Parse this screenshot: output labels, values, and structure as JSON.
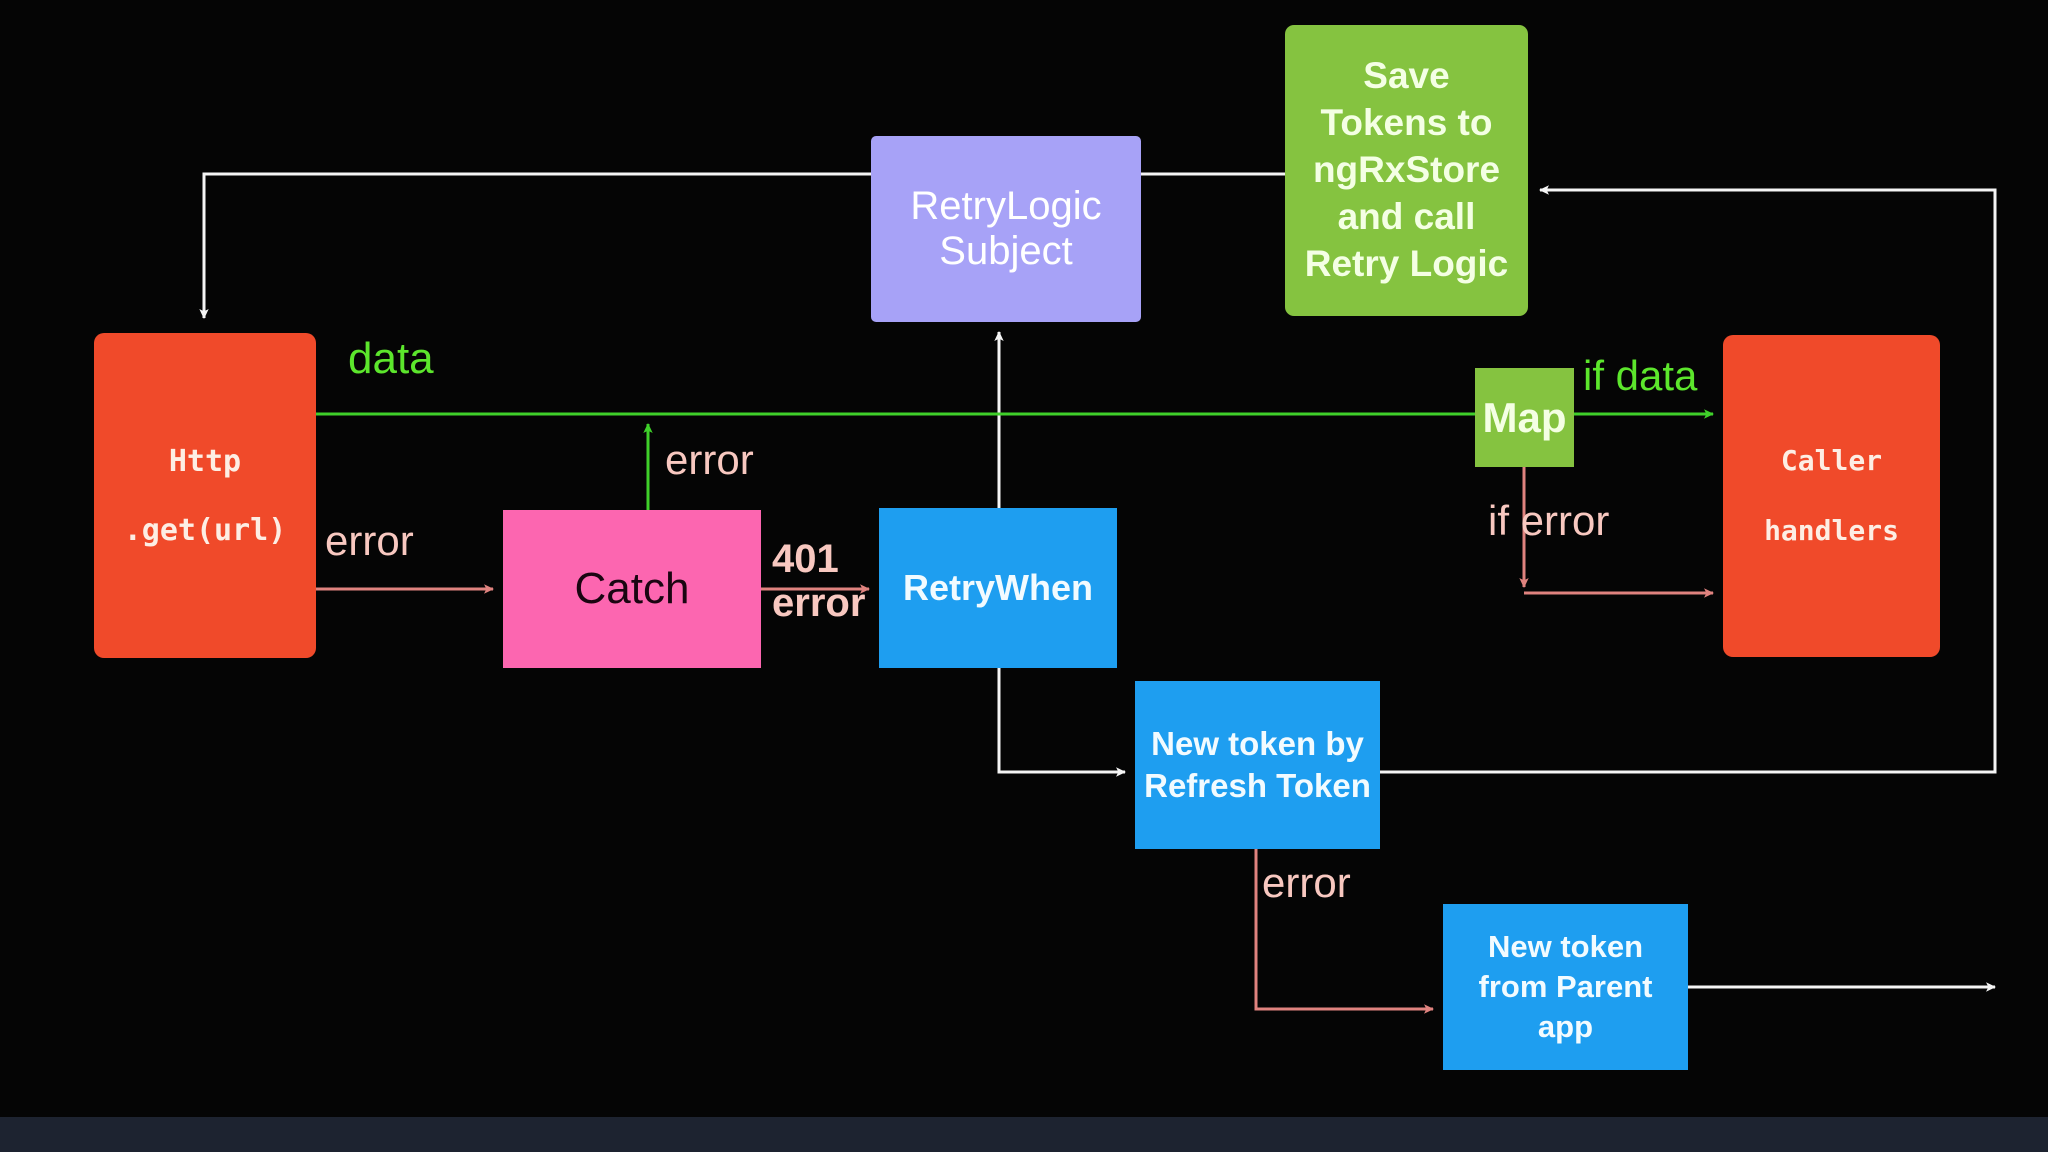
{
  "diagram": {
    "title": "RxJS HTTP retry with token refresh flow",
    "background_color": "#050505",
    "nodes": [
      {
        "id": "http",
        "label": "Http\n.get(url)",
        "color": "#f04a2a",
        "text_color": "#fdeee4",
        "shape": "rounded-rect"
      },
      {
        "id": "catch",
        "label": "Catch",
        "color": "#fc66b0",
        "text_color": "#1a0511",
        "shape": "rect"
      },
      {
        "id": "retrywhen",
        "label": "RetryWhen",
        "color": "#1e9ef0",
        "text_color": "#f2fbff",
        "shape": "rect"
      },
      {
        "id": "retrylogic",
        "label": "RetryLogic\nSubject",
        "color": "#a7a2f7",
        "text_color": "#ffffff",
        "shape": "rect"
      },
      {
        "id": "savetokens",
        "label": "Save\nTokens to\nngRxStore\nand call\nRetry Logic",
        "color": "#85c340",
        "text_color": "#f4ffe4",
        "shape": "rounded-rect"
      },
      {
        "id": "map",
        "label": "Map",
        "color": "#85c340",
        "text_color": "#f4ffe4",
        "shape": "rect"
      },
      {
        "id": "caller",
        "label": "Caller\nhandlers",
        "color": "#f04a2a",
        "text_color": "#fdeee4",
        "shape": "rounded-rect"
      },
      {
        "id": "refresh",
        "label": "New token by\nRefresh Token",
        "color": "#1e9ef0",
        "text_color": "#f2fbff",
        "shape": "rect"
      },
      {
        "id": "parent",
        "label": "New token\nfrom Parent\napp",
        "color": "#1e9ef0",
        "text_color": "#f2fbff",
        "shape": "rect"
      }
    ],
    "edge_labels": [
      {
        "id": "data",
        "text": "data",
        "color": "#5ce62c",
        "from": "http",
        "to": "map"
      },
      {
        "id": "error1",
        "text": "error",
        "color": "#f8c8c0",
        "from": "http",
        "to": "catch"
      },
      {
        "id": "error2",
        "text": "error",
        "color": "#f8c8c0",
        "from": "catch",
        "to": "data-stream"
      },
      {
        "id": "code401",
        "text": "401\nerror",
        "color": "#f8c8c0",
        "from": "catch",
        "to": "retrywhen"
      },
      {
        "id": "ifdata",
        "text": "if data",
        "color": "#5ce62c",
        "from": "map",
        "to": "caller"
      },
      {
        "id": "iferror",
        "text": "if  error",
        "color": "#f8c8c0",
        "from": "map",
        "to": "caller"
      },
      {
        "id": "error3",
        "text": "error",
        "color": "#f8c8c0",
        "from": "refresh",
        "to": "parent"
      }
    ],
    "edge_colors": {
      "control_flow": "#f5f5f5",
      "data_flow": "#3fd02a",
      "error_flow": "#e0837f"
    }
  },
  "bottom_bar": {
    "color": "#1d2330"
  }
}
